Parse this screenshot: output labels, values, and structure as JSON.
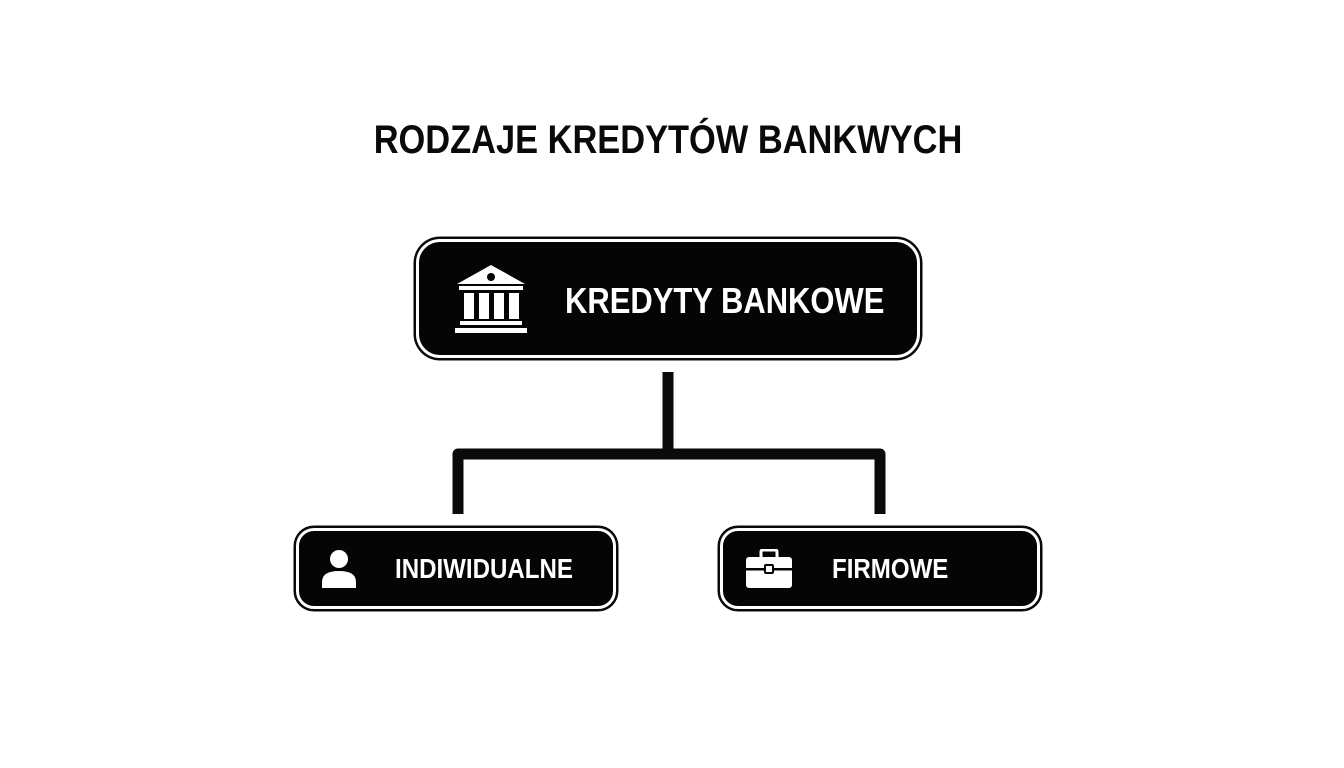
{
  "title": "RODZAJE KREDYTÓW BANKWYCH",
  "root": {
    "label": "KREDYTY BANKOWE",
    "icon": "bank-icon"
  },
  "children": [
    {
      "label": "INDIWIDUALNE",
      "icon": "person-icon"
    },
    {
      "label": "FIRMOWE",
      "icon": "briefcase-icon"
    }
  ],
  "colors": {
    "node_fill": "#050505",
    "node_text": "#ffffff",
    "line": "#0a0a0a",
    "background": "#ffffff"
  }
}
